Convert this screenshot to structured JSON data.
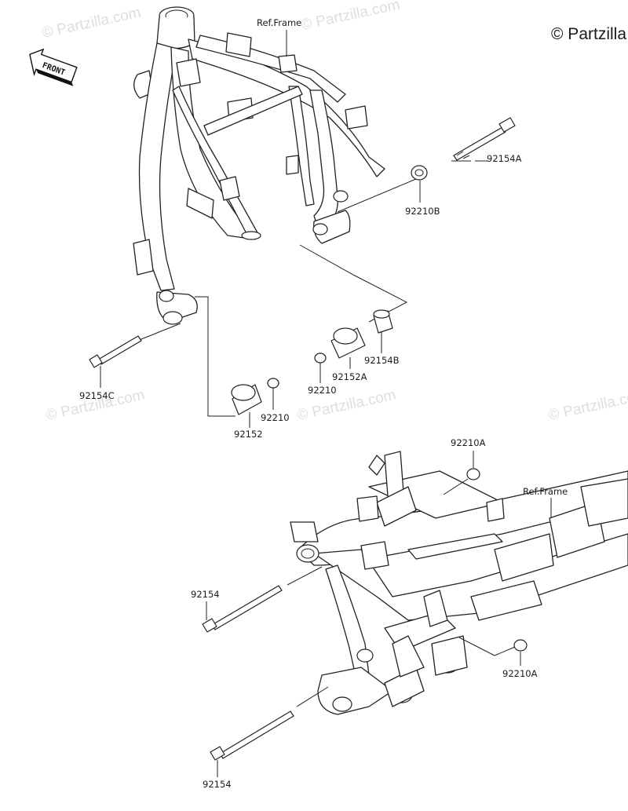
{
  "brand": "© Partzilla",
  "watermark": "© Partzilla.com",
  "front_label": "FRONT",
  "refs": {
    "top_frame": "Ref.Frame",
    "bottom_frame": "Ref.Frame"
  },
  "callouts": {
    "p92154A": "92154A",
    "p92210B": "92210B",
    "p92154B": "92154B",
    "p92152A": "92152A",
    "p92210_right": "92210",
    "p92154C": "92154C",
    "p92210_left": "92210",
    "p92152": "92152",
    "p92210A_top": "92210A",
    "p92154_mid": "92154",
    "p92210A_bottom": "92210A",
    "p92154_bottom": "92154"
  }
}
